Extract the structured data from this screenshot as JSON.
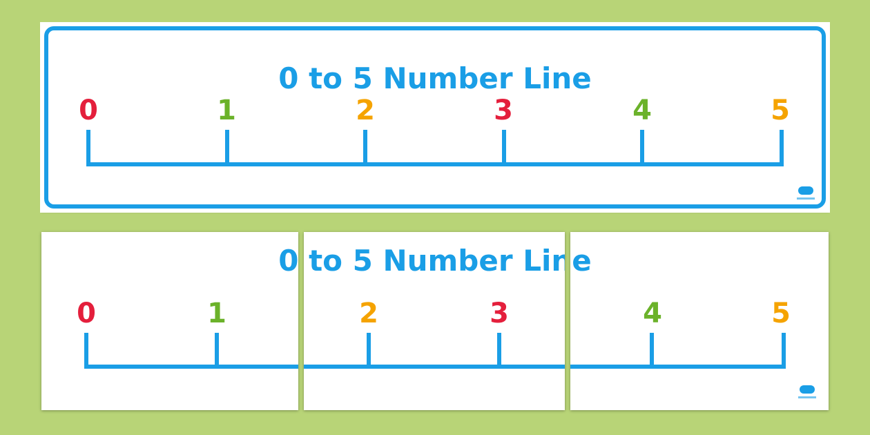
{
  "banner": {
    "title": "0 to 5 Number Line",
    "numbers": [
      {
        "label": "0",
        "color": "#e41f3c"
      },
      {
        "label": "1",
        "color": "#6bb22a"
      },
      {
        "label": "2",
        "color": "#f5a300"
      },
      {
        "label": "3",
        "color": "#e41f3c"
      },
      {
        "label": "4",
        "color": "#6bb22a"
      },
      {
        "label": "5",
        "color": "#f5a300"
      }
    ]
  },
  "colors": {
    "background": "#b8d477",
    "accent": "#1a9ee6"
  },
  "icons": {
    "logo": "twinkl-cloud-logo"
  }
}
